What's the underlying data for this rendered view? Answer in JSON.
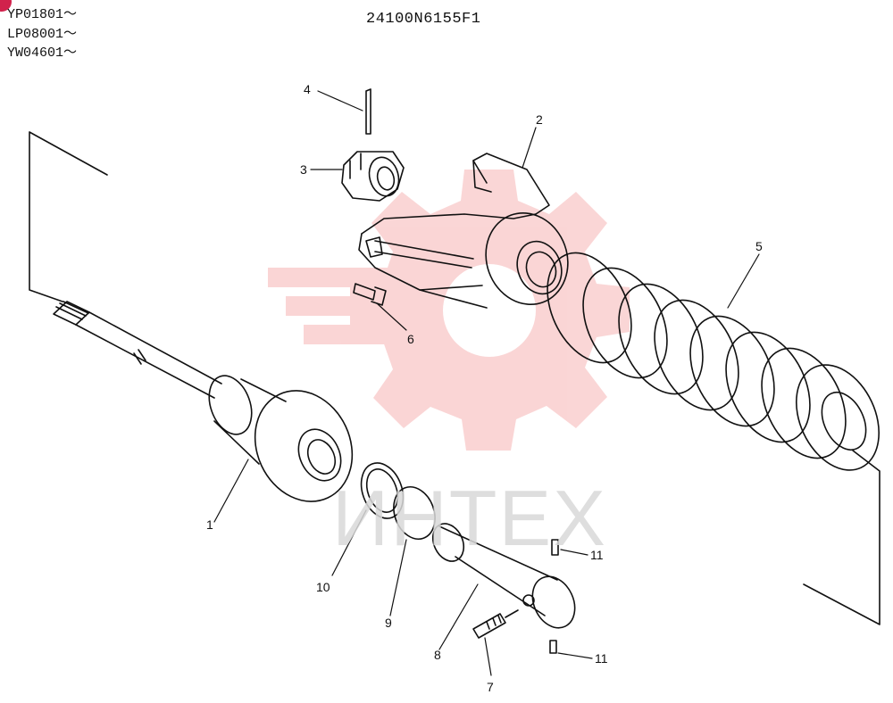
{
  "header": {
    "serials": [
      "YP01801～",
      "LP08001～",
      "YW04601～"
    ],
    "part_number": "24100N6155F1"
  },
  "watermark": {
    "text": "ИНТЕХ",
    "color": "#f5a3a3"
  },
  "callouts": [
    {
      "id": "1",
      "label": "1"
    },
    {
      "id": "2",
      "label": "2"
    },
    {
      "id": "3",
      "label": "3"
    },
    {
      "id": "4",
      "label": "4"
    },
    {
      "id": "5",
      "label": "5"
    },
    {
      "id": "6",
      "label": "6"
    },
    {
      "id": "7",
      "label": "7"
    },
    {
      "id": "8",
      "label": "8"
    },
    {
      "id": "9",
      "label": "9"
    },
    {
      "id": "10",
      "label": "10"
    },
    {
      "id": "11a",
      "label": "11"
    },
    {
      "id": "11b",
      "label": "11"
    }
  ],
  "colors": {
    "line": "#111111",
    "accent": "#d1224c"
  }
}
